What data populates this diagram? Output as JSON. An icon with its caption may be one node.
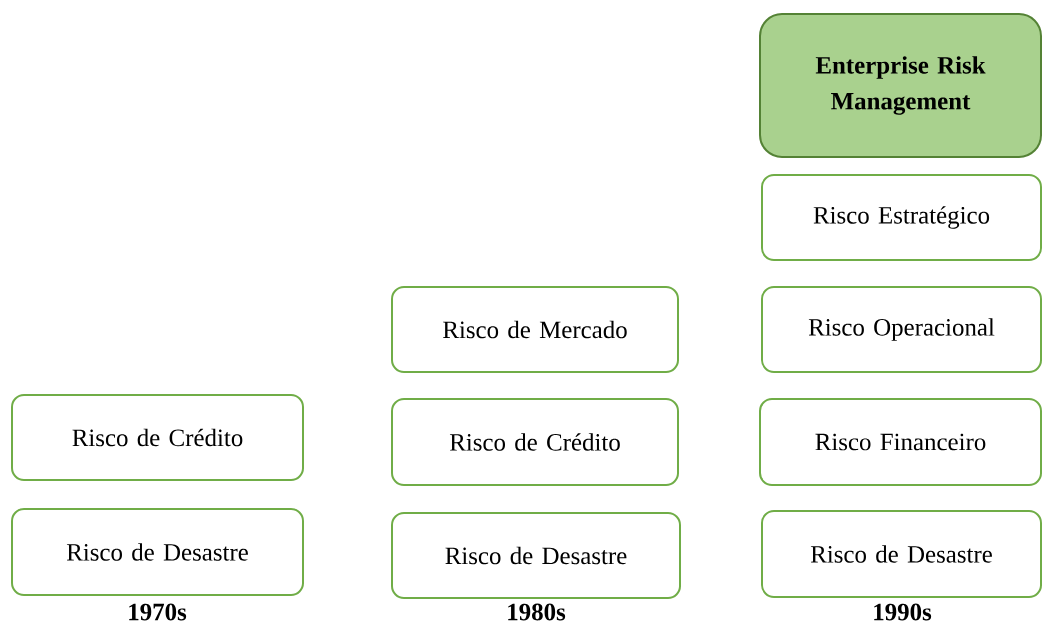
{
  "diagram": {
    "nodes": [
      {
        "text": [
          "Risco de Crédito"
        ]
      },
      {
        "text": [
          "Risco de Desastre"
        ]
      },
      {
        "text": [
          "Risco de Mercado"
        ]
      },
      {
        "text": [
          "Risco de Crédito"
        ]
      },
      {
        "text": [
          "Risco de Desastre"
        ]
      },
      {
        "text": [
          "Enterprise Risk Management"
        ]
      },
      {
        "text": [
          "Risco Estratégico"
        ]
      },
      {
        "text": [
          "Risco Operacional"
        ]
      },
      {
        "text": [
          "Risco Financeiro"
        ]
      },
      {
        "text": [
          "Risco de Desastre"
        ]
      }
    ],
    "labels": [
      "1970s",
      "1980s",
      "1990s"
    ]
  }
}
